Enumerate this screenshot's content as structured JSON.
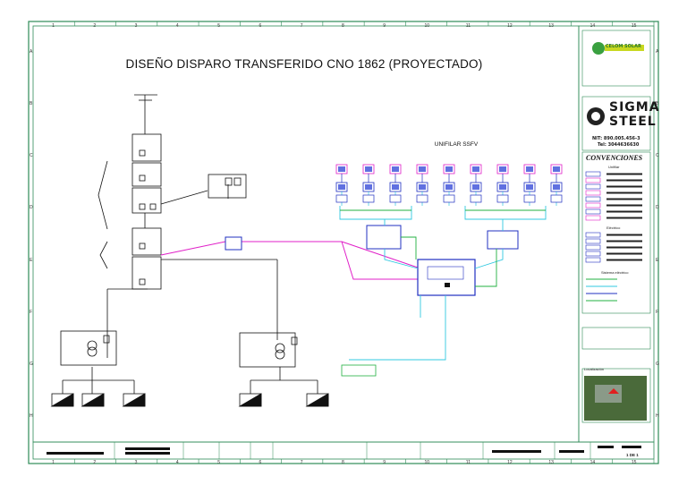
{
  "sheet": {
    "title": "DISEÑO DISPARO TRANSFERIDO CNO 1862 (PROYECTADO)",
    "subtitle": "UNIFILAR SSFV",
    "column_numbers": [
      "1",
      "2",
      "3",
      "4",
      "5",
      "6",
      "7",
      "8",
      "9",
      "10",
      "11",
      "12",
      "13",
      "14",
      "15"
    ],
    "row_letters": [
      "A",
      "B",
      "C",
      "D",
      "E",
      "F",
      "G",
      "H"
    ]
  },
  "title_block": {
    "company_logo_text": "CELOM SOLAR",
    "client_logo_text_1": "SIGMA",
    "client_logo_text_2": "STEEL",
    "nit": "NIT: 890.005.456-3",
    "tel": "Tel: 3044636630",
    "conventions_title": "CONVENCIONES",
    "conv_section_1": "Unifilar",
    "conv_section_2": "Eléctrico",
    "conv_section_3": "Sistema eléctrico",
    "location_label": "Localización",
    "sheet_no": "1 DE 1"
  },
  "colors": {
    "frame": "#2e8b57",
    "pink": "#e020c8",
    "cyan": "#30c8e0",
    "blue": "#2030c0",
    "green": "#20b040",
    "black": "#111111"
  }
}
